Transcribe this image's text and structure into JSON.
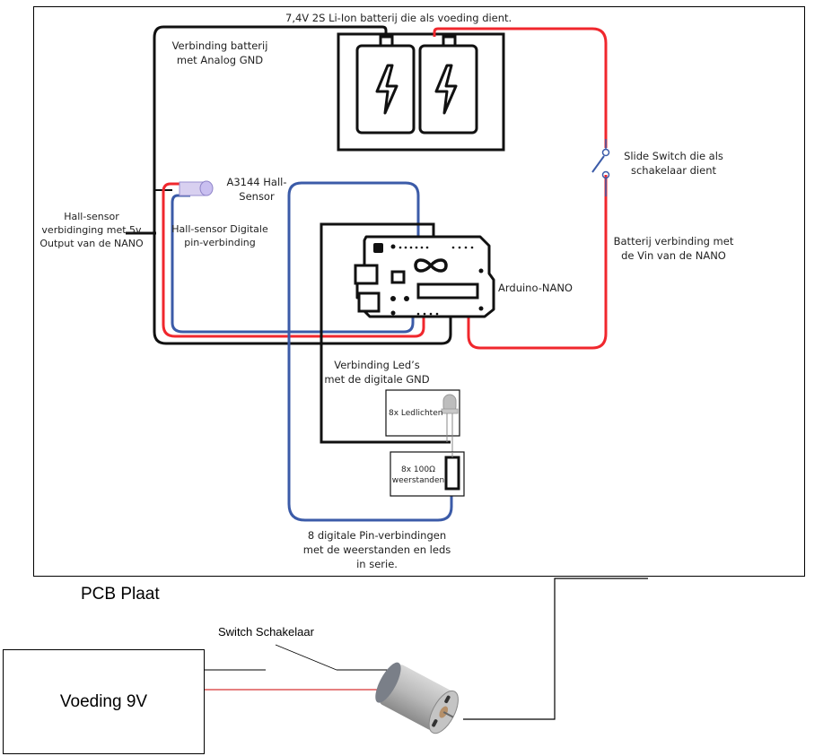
{
  "diagram": {
    "battery": {
      "title": "7,4V 2S Li-Ion batterij die als voeding dient.",
      "gnd_label": "Verbinding batterij met Analog GND",
      "icon": "battery-bolt-icon"
    },
    "hall_sensor": {
      "name": "A3144 Hall-Sensor",
      "power_label": "Hall-sensor verbidinging met 5v Output van de NANO",
      "digital_label": "Hall-sensor Digitale pin-verbinding"
    },
    "arduino": {
      "name": "Arduino-NANO"
    },
    "switch": {
      "label": "Slide Switch die als schakelaar dient",
      "vin_label": "Batterij verbinding met de Vin van de NANO"
    },
    "leds": {
      "gnd_label": "Verbinding Led’s met de digitale GND",
      "box_label": "8x Ledlichten",
      "resistor_label": "8x 100Ω weerstanden",
      "pins_label": "8 digitale Pin-verbindingen met de weerstanden en leds in serie."
    },
    "pcb_label": "PCB Plaat",
    "motor_circuit": {
      "power_supply": "Voeding 9V",
      "switch_label": "Switch Schakelaar"
    },
    "colors": {
      "black_wire": "#111111",
      "red_wire": "#f0272d",
      "blue_wire": "#3b5ba8",
      "motor_red_wire": "#cc0000"
    }
  }
}
